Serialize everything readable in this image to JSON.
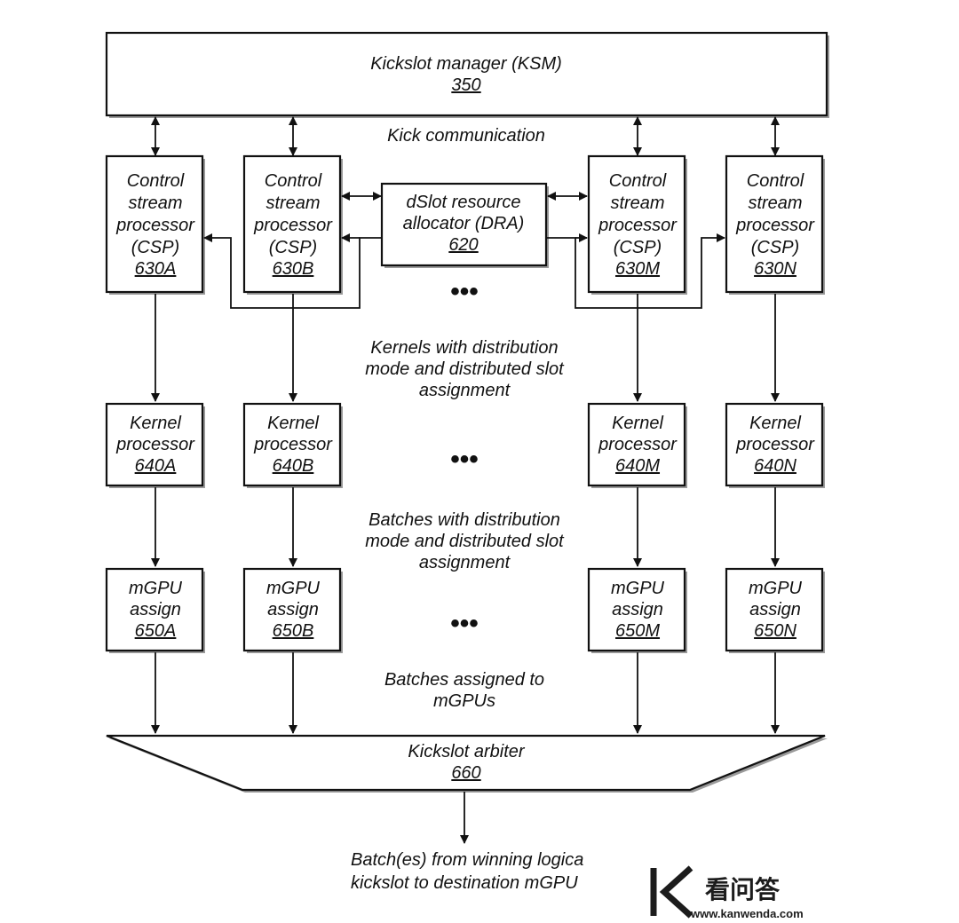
{
  "ksm": {
    "title": "Kickslot manager (KSM)",
    "ref": "350"
  },
  "kick_communication": "Kick communication",
  "dra": {
    "line1": "dSlot resource",
    "line2": "allocator (DRA)",
    "ref": "620"
  },
  "csp": {
    "line1": "Control",
    "line2": "stream",
    "line3": "processor",
    "line4": "(CSP)",
    "refs": [
      "630A",
      "630B",
      "630M",
      "630N"
    ]
  },
  "kernel": {
    "line1": "Kernel",
    "line2": "processor",
    "refs": [
      "640A",
      "640B",
      "640M",
      "640N"
    ]
  },
  "mgpu": {
    "line1": "mGPU",
    "line2": "assign",
    "refs": [
      "650A",
      "650B",
      "650M",
      "650N"
    ]
  },
  "ellipsis": "•••",
  "flow_labels": {
    "kernels": [
      "Kernels with distribution",
      "mode and distributed slot",
      "assignment"
    ],
    "batches": [
      "Batches with distribution",
      "mode and distributed slot",
      "assignment"
    ],
    "assigned": [
      "Batches assigned to",
      "mGPUs"
    ]
  },
  "arbiter": {
    "title": "Kickslot arbiter",
    "ref": "660"
  },
  "output_label": [
    "Batch(es) from winning logica",
    "kickslot to destination mGPU"
  ],
  "watermark": {
    "chinese": "看问答",
    "url": "www.kanwenda.com"
  },
  "colors": {
    "line": "#111111",
    "shadow": "#9a9a9a",
    "background": "#ffffff"
  }
}
